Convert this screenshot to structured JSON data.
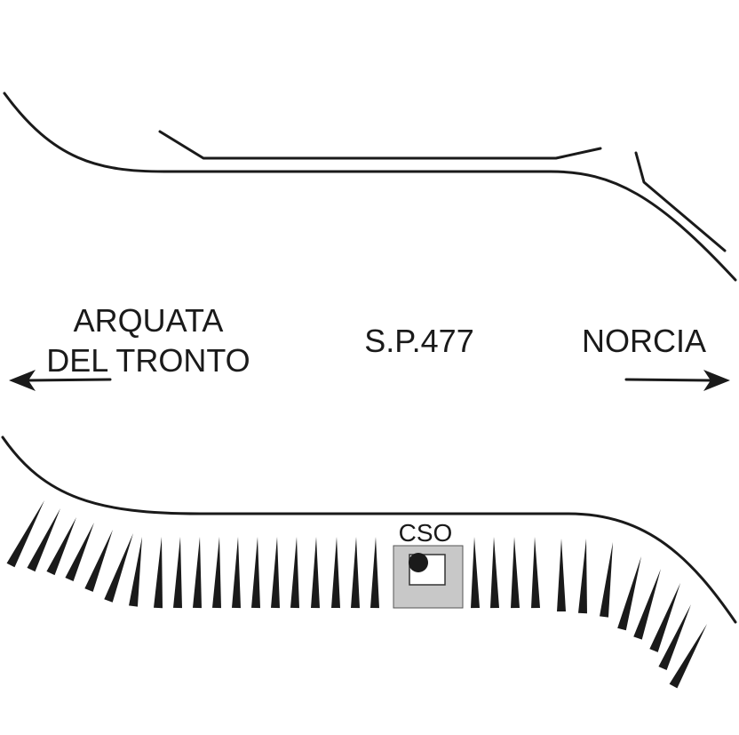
{
  "labels": {
    "west_line1": "ARQUATA",
    "west_line2": "DEL TRONTO",
    "road": "S.P.477",
    "east": "NORCIA",
    "site": "CSO"
  },
  "colors": {
    "ink": "#1a1a1a",
    "site_fill": "#c8c8c8",
    "site_inner": "#ffffff"
  }
}
